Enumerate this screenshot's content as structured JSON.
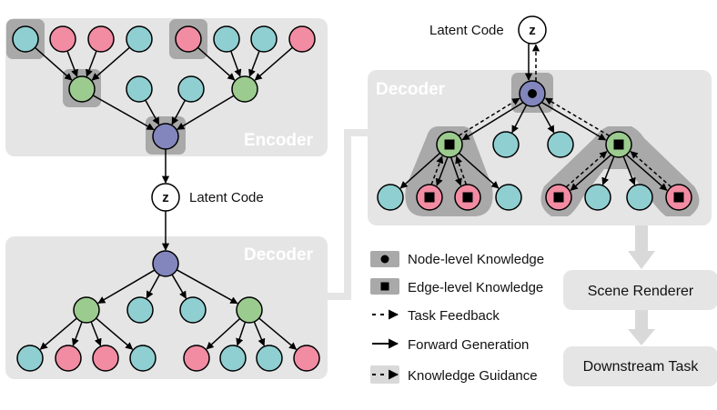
{
  "encoder_title": "Encoder",
  "decoder_title": "Decoder",
  "latent_code_label": "Latent Code",
  "z_symbol": "z",
  "boxes": {
    "scene_renderer": "Scene Renderer",
    "downstream_task": "Downstream Task"
  },
  "legend": [
    {
      "key": "node-level",
      "label": "Node-level Knowledge"
    },
    {
      "key": "edge-level",
      "label": "Edge-level Knowledge"
    },
    {
      "key": "task-feedback",
      "label": "Task Feedback"
    },
    {
      "key": "forward-generation",
      "label": "Forward Generation"
    },
    {
      "key": "knowledge-guidance",
      "label": "Knowledge Guidance"
    }
  ],
  "colors": {
    "panel": "#e5e5e5",
    "highlight": "#a9a9a9",
    "teal": "#8fcfd1",
    "pink": "#f28ca3",
    "green": "#9ccb8f",
    "purple": "#8286bd",
    "arrow": "#d9d9d9"
  }
}
